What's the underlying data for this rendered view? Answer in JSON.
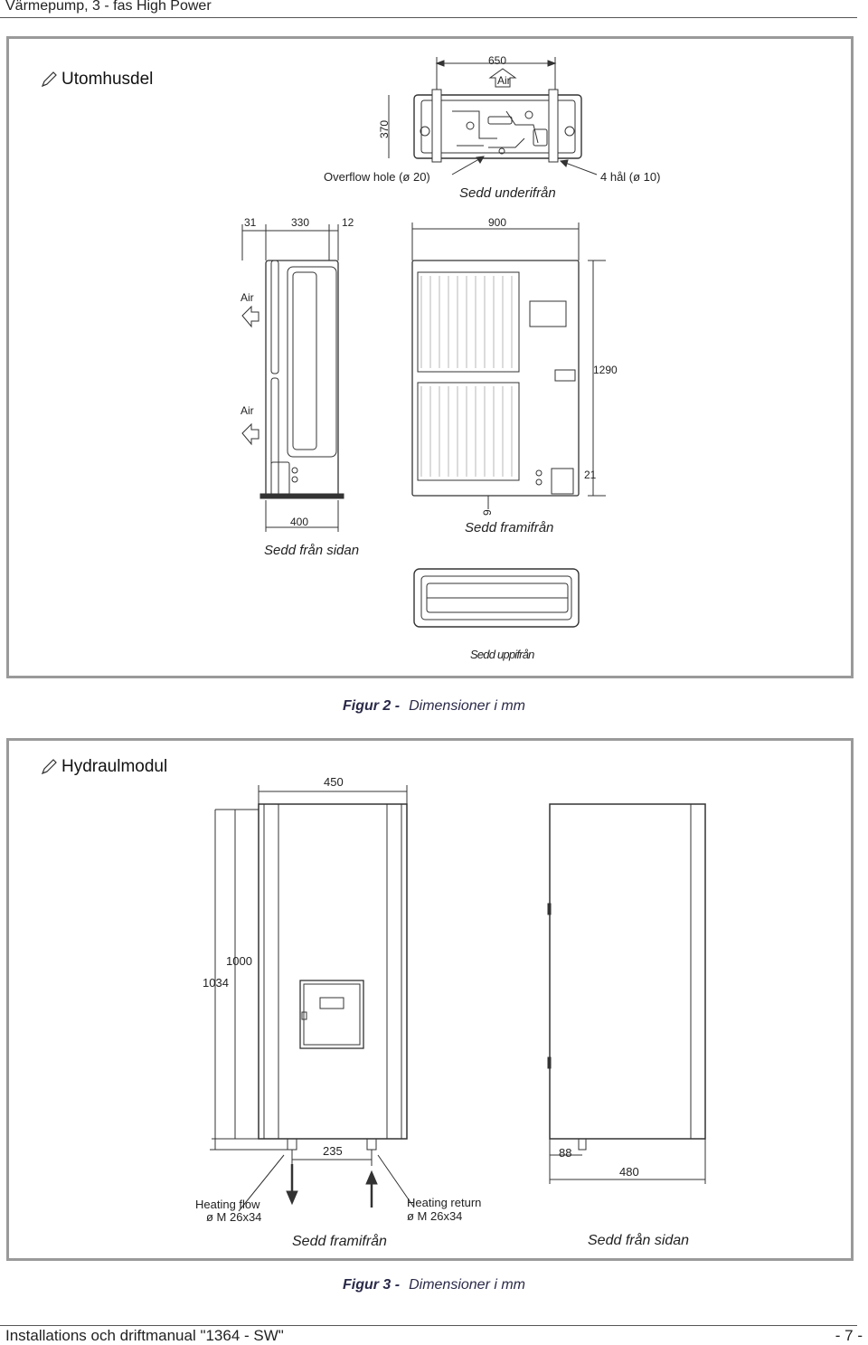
{
  "header": {
    "title": "Värmepump, 3 - fas High Power"
  },
  "panel1": {
    "title": "Utomhusdel",
    "dims": {
      "top_width": "650",
      "top_depth": "370",
      "side_a": "31",
      "side_b": "330",
      "side_c": "12",
      "front_width": "900",
      "height": "1290",
      "foot": "21",
      "base_offset": "9",
      "side_depth": "400"
    },
    "labels": {
      "air": "Air",
      "overflow": "Overflow hole (ø 20)",
      "holes": "4 hål (ø 10)",
      "view_bottom": "Sedd underifrån",
      "view_front": "Sedd framifrån",
      "view_side": "Sedd från sidan",
      "view_top": "Sedd uppifrån"
    }
  },
  "caption1": {
    "num": "Figur 2 -",
    "text": "Dimensioner i mm"
  },
  "panel2": {
    "title": "Hydraulmodul",
    "dims": {
      "width": "450",
      "height_inner": "1000",
      "height_outer": "1034",
      "pipe_spacing": "235",
      "side_offset": "88",
      "depth": "480"
    },
    "labels": {
      "flow_1": "Heating  flow",
      "flow_2": "ø M 26x34",
      "return_1": "Heating return",
      "return_2": "ø M 26x34",
      "view_front": "Sedd framifrån",
      "view_side": "Sedd från sidan"
    }
  },
  "caption2": {
    "num": "Figur 3 -",
    "text": "Dimensioner i mm"
  },
  "footer": {
    "left": "Installations och driftmanual \"1364 - SW\"",
    "right": "- 7 -"
  }
}
